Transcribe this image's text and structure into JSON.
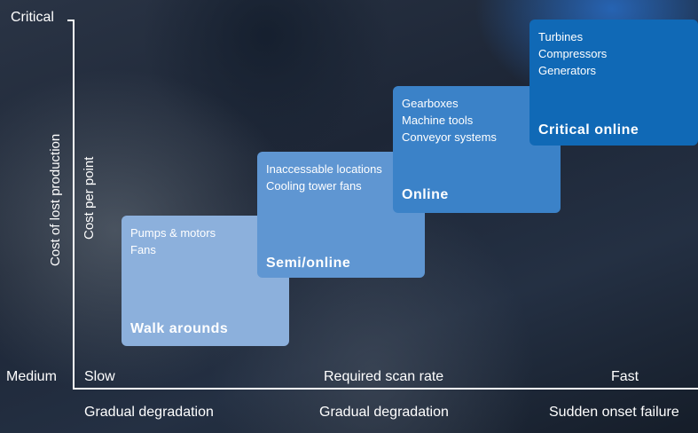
{
  "y_axis": {
    "top_label": "Critical",
    "bottom_label": "Medium",
    "title_outer": "Cost of lost production",
    "title_inner": "Cost per point"
  },
  "x_axis": {
    "left_label": "Slow",
    "center_label": "Required scan rate",
    "right_label": "Fast"
  },
  "bottom_labels": [
    "Gradual degradation",
    "Gradual degradation",
    "Sudden onset failure"
  ],
  "stages": [
    {
      "title": "Walk arounds",
      "items": [
        "Pumps & motors",
        "Fans"
      ],
      "color": "#8cb0dc"
    },
    {
      "title": "Semi/online",
      "items": [
        "Inaccessable locations",
        "Cooling tower fans"
      ],
      "color": "#5f96d2"
    },
    {
      "title": "Online",
      "items": [
        "Gearboxes",
        "Machine tools",
        "Conveyor systems"
      ],
      "color": "#3b82c8"
    },
    {
      "title": "Critical online",
      "items": [
        "Turbines",
        "Compressors",
        "Generators"
      ],
      "color": "#1069b6"
    }
  ]
}
